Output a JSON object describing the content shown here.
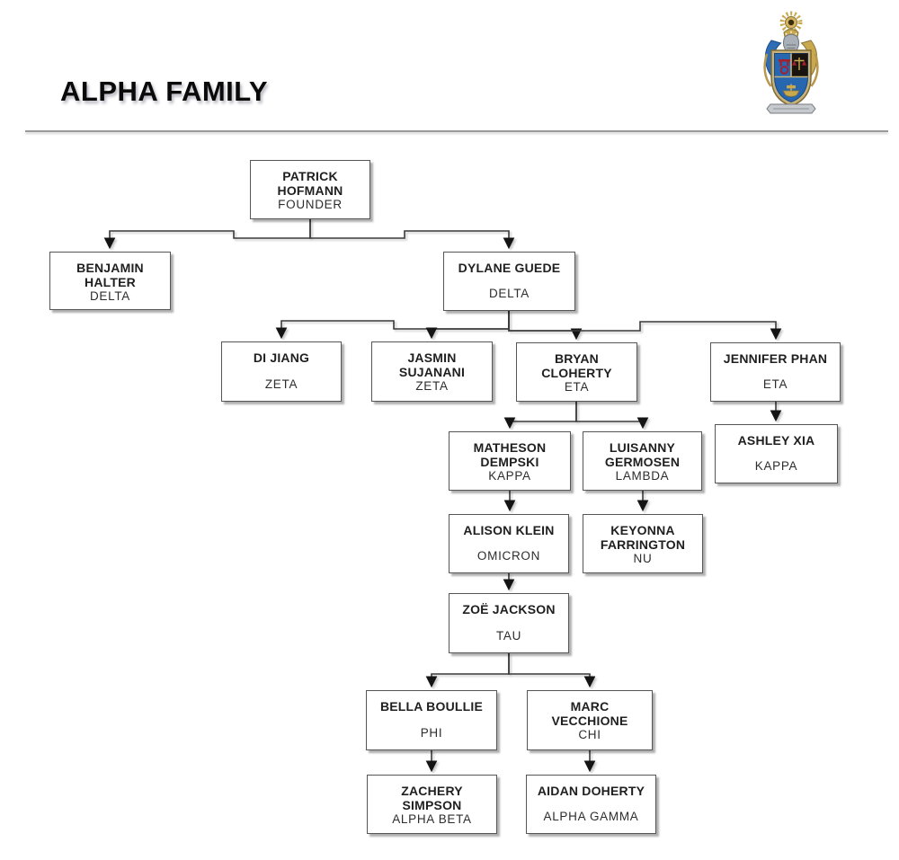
{
  "header": {
    "title": "ALPHA FAMILY"
  },
  "tree": {
    "nodes": [
      {
        "name": "PATRICK\nHOFMANN",
        "pledge_class": "FOUNDER"
      },
      {
        "name": "BENJAMIN\nHALTER",
        "pledge_class": "DELTA"
      },
      {
        "name": "DYLANE GUEDE",
        "pledge_class": "DELTA"
      },
      {
        "name": "DI JIANG",
        "pledge_class": "ZETA"
      },
      {
        "name": "JASMIN\nSUJANANI",
        "pledge_class": "ZETA"
      },
      {
        "name": "BRYAN\nCLOHERTY",
        "pledge_class": "ETA"
      },
      {
        "name": "JENNIFER PHAN",
        "pledge_class": "ETA"
      },
      {
        "name": "MATHESON\nDEMPSKI",
        "pledge_class": "KAPPA"
      },
      {
        "name": "LUISANNY\nGERMOSEN",
        "pledge_class": "LAMBDA"
      },
      {
        "name": "ASHLEY XIA",
        "pledge_class": "KAPPA"
      },
      {
        "name": "ALISON KLEIN",
        "pledge_class": "OMICRON"
      },
      {
        "name": "KEYONNA\nFARRINGTON",
        "pledge_class": "NU"
      },
      {
        "name": "ZOË JACKSON",
        "pledge_class": "TAU"
      },
      {
        "name": "BELLA BOULLIE",
        "pledge_class": "PHI"
      },
      {
        "name": "MARC VECCHIONE",
        "pledge_class": "CHI"
      },
      {
        "name": "ZACHERY\nSIMPSON",
        "pledge_class": "ALPHA BETA"
      },
      {
        "name": "AIDAN DOHERTY",
        "pledge_class": "ALPHA GAMMA"
      }
    ],
    "edges": [
      {
        "from": "PATRICK HOFMANN",
        "to": "BENJAMIN HALTER"
      },
      {
        "from": "PATRICK HOFMANN",
        "to": "DYLANE GUEDE"
      },
      {
        "from": "DYLANE GUEDE",
        "to": "DI JIANG"
      },
      {
        "from": "DYLANE GUEDE",
        "to": "JASMIN SUJANANI"
      },
      {
        "from": "DYLANE GUEDE",
        "to": "BRYAN CLOHERTY"
      },
      {
        "from": "DYLANE GUEDE",
        "to": "JENNIFER PHAN"
      },
      {
        "from": "BRYAN CLOHERTY",
        "to": "MATHESON DEMPSKI"
      },
      {
        "from": "BRYAN CLOHERTY",
        "to": "LUISANNY GERMOSEN"
      },
      {
        "from": "JENNIFER PHAN",
        "to": "ASHLEY XIA"
      },
      {
        "from": "MATHESON DEMPSKI",
        "to": "ALISON KLEIN"
      },
      {
        "from": "LUISANNY GERMOSEN",
        "to": "KEYONNA FARRINGTON"
      },
      {
        "from": "ALISON KLEIN",
        "to": "ZOË JACKSON"
      },
      {
        "from": "ZOË JACKSON",
        "to": "BELLA BOULLIE"
      },
      {
        "from": "ZOË JACKSON",
        "to": "MARC VECCHIONE"
      },
      {
        "from": "BELLA BOULLIE",
        "to": "ZACHERY SIMPSON"
      },
      {
        "from": "MARC VECCHIONE",
        "to": "AIDAN DOHERTY"
      }
    ]
  },
  "icons": {
    "crest": "fraternity-coat-of-arms"
  },
  "colors": {
    "box_border": "#565656",
    "connector": "#3a3a3a",
    "box_shadow": "#b5b5b5",
    "crest_blue": "#2767b0",
    "crest_gold": "#c9a94e",
    "crest_black": "#1a1410",
    "crest_red": "#a61e2f"
  }
}
